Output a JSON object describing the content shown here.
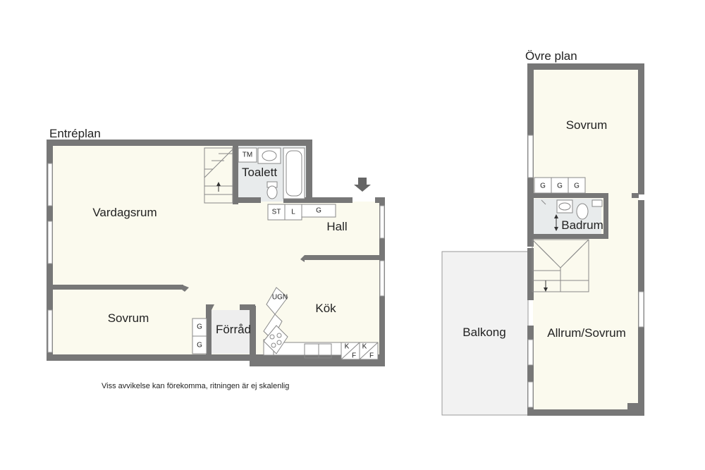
{
  "plans": {
    "ground": {
      "title": "Entréplan"
    },
    "upper": {
      "title": "Övre plan"
    }
  },
  "rooms": {
    "vardagsrum": "Vardagsrum",
    "hall": "Hall",
    "sovrum_ground": "Sovrum",
    "forrad": "Förråd",
    "kok": "Kök",
    "toalett": "Toalett",
    "sovrum_upper": "Sovrum",
    "badrum": "Badrum",
    "allrum": "Allrum/Sovrum",
    "balkong": "Balkong"
  },
  "fixtures": {
    "tm": "TM",
    "st": "ST",
    "l": "L",
    "g_hall": "G",
    "g_forrad_1": "G",
    "g_forrad_2": "G",
    "ugn": "UGN",
    "kf_k1": "K",
    "kf_f1": "F",
    "kf_k2": "K",
    "kf_f2": "F",
    "g_upper_1": "G",
    "g_upper_2": "G",
    "g_upper_3": "G"
  },
  "disclaimer": "Viss avvikelse kan förekomma, ritningen är ej skalenlig",
  "colors": {
    "wall": "#777777",
    "floor": "#fbfaee",
    "wet_area": "#e8ebec",
    "balcony": "#f2f2f2"
  },
  "icons": {
    "entrance": "entrance-arrow-icon",
    "stairs": "stairs-icon"
  }
}
